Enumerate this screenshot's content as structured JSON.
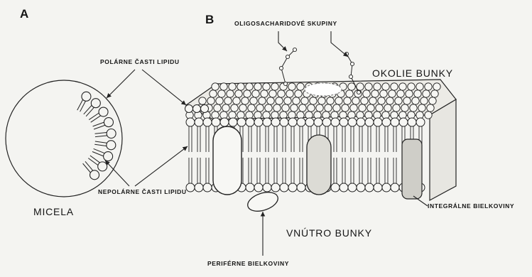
{
  "panels": {
    "a": "A",
    "b": "B"
  },
  "labels": {
    "oligosaccharide": "OLIGOSACHARIDOVÉ SKUPINY",
    "polar": "POLÁRNE ČASTI LIPIDU",
    "cell_exterior": "OKOLIE BUNKY",
    "nonpolar": "NEPOLÁRNE ČASTI LIPIDU",
    "micelle": "MICELA",
    "integral": "INTEGRÁLNE BIELKOVINY",
    "cell_interior": "VNÚTRO BUNKY",
    "peripheral": "PERIFÉRNE BIELKOVINY"
  }
}
